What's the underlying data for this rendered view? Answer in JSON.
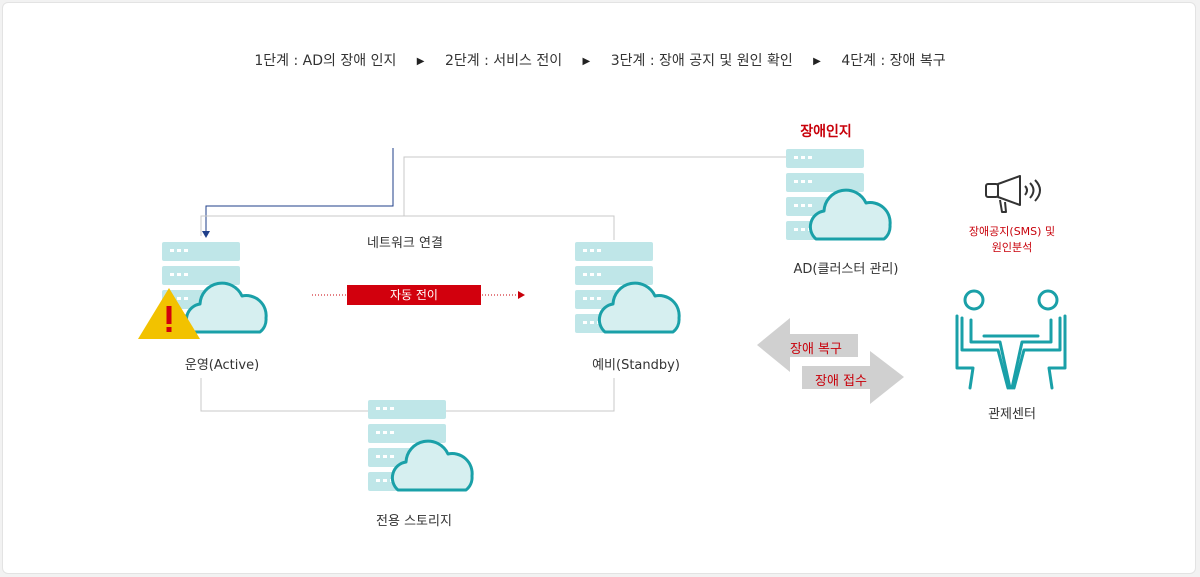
{
  "steps": [
    "1단계 : AD의 장애 인지",
    "2단계 : 서비스 전이",
    "3단계 : 장애 공지 및 원인 확인",
    "4단계 : 장애 복구"
  ],
  "step_separator": "▶",
  "labels": {
    "fault_detect": "장애인지",
    "ad_server": "AD(클러스터 관리)",
    "notice": "장애공지(SMS) 및",
    "notice_line2": "원인분석",
    "network": "네트워크 연결",
    "auto_failover": "자동 전이",
    "active": "운영(Active)",
    "standby": "예비(Standby)",
    "storage": "전용 스토리지",
    "recovery": "장애 복구",
    "receipt": "장애 접수",
    "control_center": "관제센터"
  },
  "colors": {
    "teal": "#1aa0a8",
    "teal_light": "#bfe6e8",
    "cloud_fill": "#d6eff0",
    "alert_red": "#c8000a",
    "warning_yellow": "#f2c200",
    "gray_arrow": "#cfcfcf",
    "line_gray": "#c8c8c8",
    "line_blue": "#1f3f8a"
  },
  "icons": {
    "server_cloud": "server-cloud-icon",
    "warning": "warning-icon",
    "megaphone": "megaphone-icon",
    "operators": "control-center-operators-icon"
  }
}
